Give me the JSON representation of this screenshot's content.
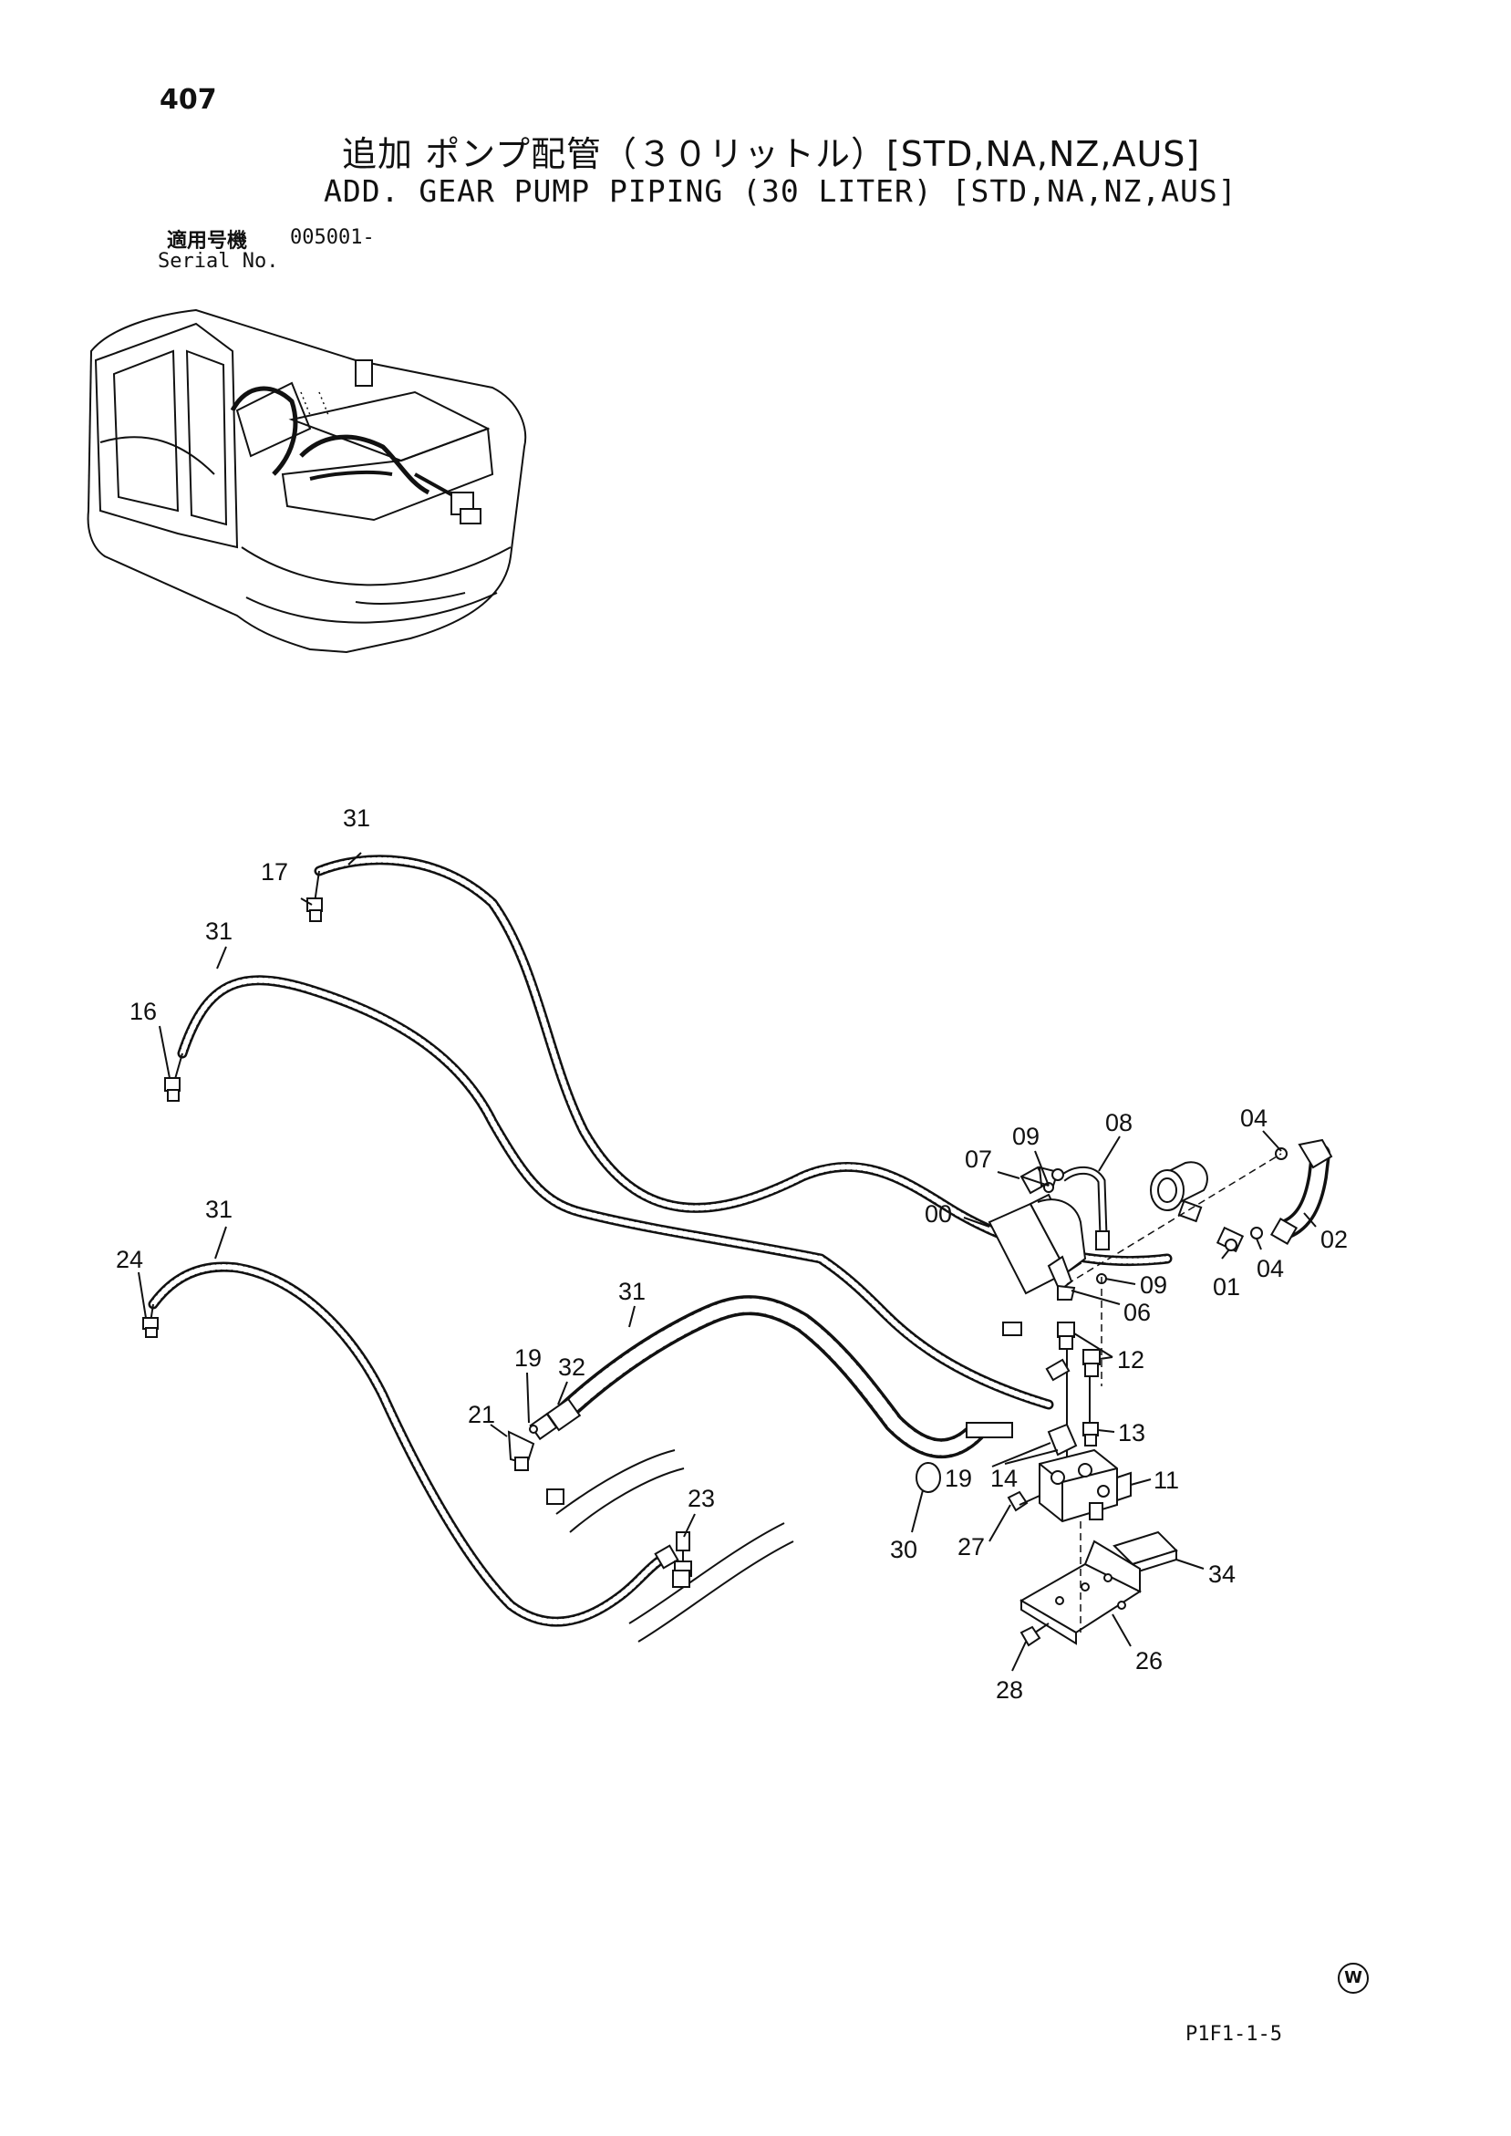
{
  "header": {
    "page_number": "407",
    "title_ja": "追加 ポンプ配管（３０リットル）[STD,NA,NZ,AUS]",
    "title_en": "ADD. GEAR PUMP PIPING (30 LITER) [STD,NA,NZ,AUS]",
    "serial_label_ja": "適用号機",
    "serial_value": "005001-",
    "serial_label_en": "Serial No."
  },
  "footer": {
    "circle_mark": "W",
    "drawing_code": "P1F1-1-5"
  },
  "labels": {
    "l00": "00",
    "l01": "01",
    "l02": "02",
    "l04a": "04",
    "l04b": "04",
    "l06": "06",
    "l07": "07",
    "l08": "08",
    "l09a": "09",
    "l09b": "09",
    "l11": "11",
    "l12": "12",
    "l13": "13",
    "l14": "14",
    "l16": "16",
    "l17": "17",
    "l19a": "19",
    "l19b": "19",
    "l21": "21",
    "l23": "23",
    "l24": "24",
    "l26": "26",
    "l27": "27",
    "l28": "28",
    "l30": "30",
    "l31a": "31",
    "l31b": "31",
    "l31c": "31",
    "l31d": "31",
    "l32": "32",
    "l34": "34"
  }
}
